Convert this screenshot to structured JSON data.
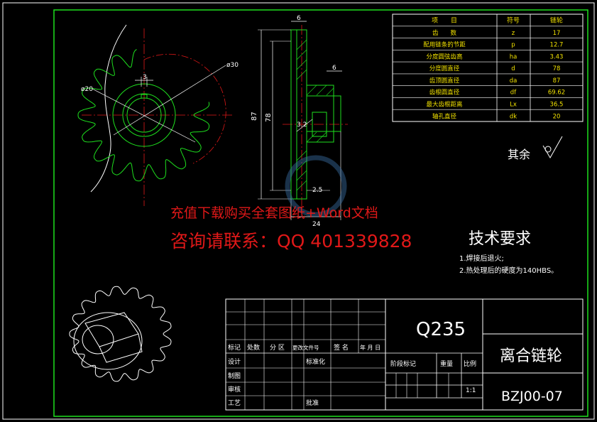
{
  "params_table": {
    "headers": [
      "项　　目",
      "符号",
      "链轮"
    ],
    "rows": [
      [
        "齿　　数",
        "z",
        "17"
      ],
      [
        "配用链条的节距",
        "p",
        "12.7"
      ],
      [
        "分度圆弦齿高",
        "ha",
        "3.43"
      ],
      [
        "分度圆直径",
        "d",
        "78"
      ],
      [
        "齿顶圆直径",
        "da",
        "87"
      ],
      [
        "齿根圆直径",
        "df",
        "69.62"
      ],
      [
        "最大齿根距离",
        "Lx",
        "36.5"
      ],
      [
        "轴孔直径",
        "dk",
        "20"
      ]
    ]
  },
  "surface_finish_label": "其余",
  "tech_requirements": {
    "title": "技术要求",
    "items": [
      "1.焊接后退火;",
      "2.热处理后的硬度为140HBS。"
    ]
  },
  "dimensions": {
    "hole_dia": "ø20",
    "outer_dia": "ø30",
    "keyway": "3",
    "hub_width": "6",
    "flange_width": "6",
    "h87": "87",
    "h78": "78",
    "chamfer": "3.2",
    "tooth_w": "2.5",
    "total_w": "24"
  },
  "title_block": {
    "material": "Q235",
    "part_name": "离合链轮",
    "drawing_no": "BZJ00-07",
    "scale": "1:1",
    "h_biaoji": "标记",
    "h_chushu": "处数",
    "h_fenqu": "分 区",
    "h_gengai": "更改文件号",
    "h_qianming": "签 名",
    "h_nianyueri": "年 月 日",
    "sheji": "设计",
    "biaozhunhua": "标准化",
    "jieduan": "阶段标记",
    "zhongliang": "重量",
    "bili": "比例",
    "zhitu": "制图",
    "shenhe": "审核",
    "gongyi": "工艺",
    "pizhun": "批准"
  },
  "watermark": {
    "line1": "充值下载购买全套图纸+Word文档",
    "line2": "咨询请联系：QQ 401339828"
  }
}
